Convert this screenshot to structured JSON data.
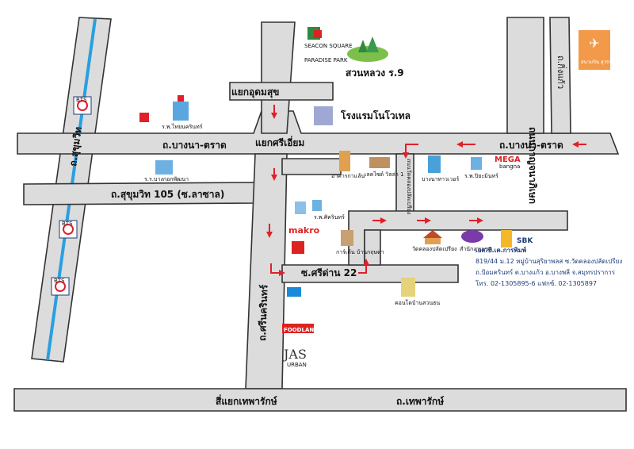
{
  "roads": {
    "bang_na_trat_left": "ถ.บางนา-ตราด",
    "bang_na_trat_right": "ถ.บางนา-ตราด",
    "sukhumvit_105": "ถ.สุขุมวิท 105 (ซ.ลาซาล)",
    "sukhumvit": "ถ.สุขุมวิท",
    "srinakarin": "ถ.ศรีนครินทร์",
    "soi_sri_dan_22": "ซ.ศรีด่าน 22",
    "theparak": "ถ.เทพารักษ์",
    "theparak_junction": "สี่แยกเทพารักษ์",
    "kanchanaphisek": "ถนนกาญจนาภิเษก",
    "king_kaeo": "ถ.กิ่งแก้ว",
    "canal_road": "ถนนวัดคลองปลัดเปรียง"
  },
  "junctions": {
    "udomsuk": "แยกอุดมสุข",
    "sri_iam": "แยกศรีเอี่ยม"
  },
  "places": {
    "seacon": "SEACON SQUARE",
    "paradise": "PARADISE PARK",
    "suan_luang": "สวนหลวง ร.9",
    "thai_nakarin": "ร.พ.ไทยนครินทร์",
    "novotel": "โรงแรมโนโวเทล",
    "bangkok_patana": "ร.ร.บางกอกพัฒนา",
    "building_a": "อาคารกาแล้น",
    "village_1": "เลคไซด์ วิลล่า 1",
    "bangna_tower": "บางนาทาวเวอร์",
    "piyavate": "ร.พ.ปิยะมินทร์",
    "mega": "MEGA",
    "mega_sub": "bangna",
    "srinakarin_hospital": "ร.พ.ศิครินทร์",
    "makro": "makro",
    "house_market": "การ์เด้น บ้านกฤษดา",
    "temple": "วัดคลองปลัดเปรียง",
    "district_office": "สำนักงานเขต",
    "condo": "คอนโดบ้านสวนธน",
    "foodland": "FOODLAND",
    "jas": "JAS",
    "jas_sub": "URBAN",
    "airport": "สนามบิน สุวรรณภูมิ",
    "bts": "BTS",
    "sbk": "SBK"
  },
  "company": {
    "name": "เอส.บี.เค.การพิมพ์",
    "line1": "819/44 ม.12 หมู่บ้านสุริยาพลส ซ.วัดคลองปลัดเปรียง",
    "line2": "ถ.ป้อมครินทร์ ต.บางแก้ว อ.บางพลี จ.สมุทรปราการ",
    "line3": "โทร. 02-1305895-6  แฟกซ์. 02-1305897"
  },
  "colors": {
    "road": "#dcdcdc",
    "arrow": "#e0202a",
    "bts_line": "#2a9fe0",
    "airport": "#f29a4a"
  }
}
